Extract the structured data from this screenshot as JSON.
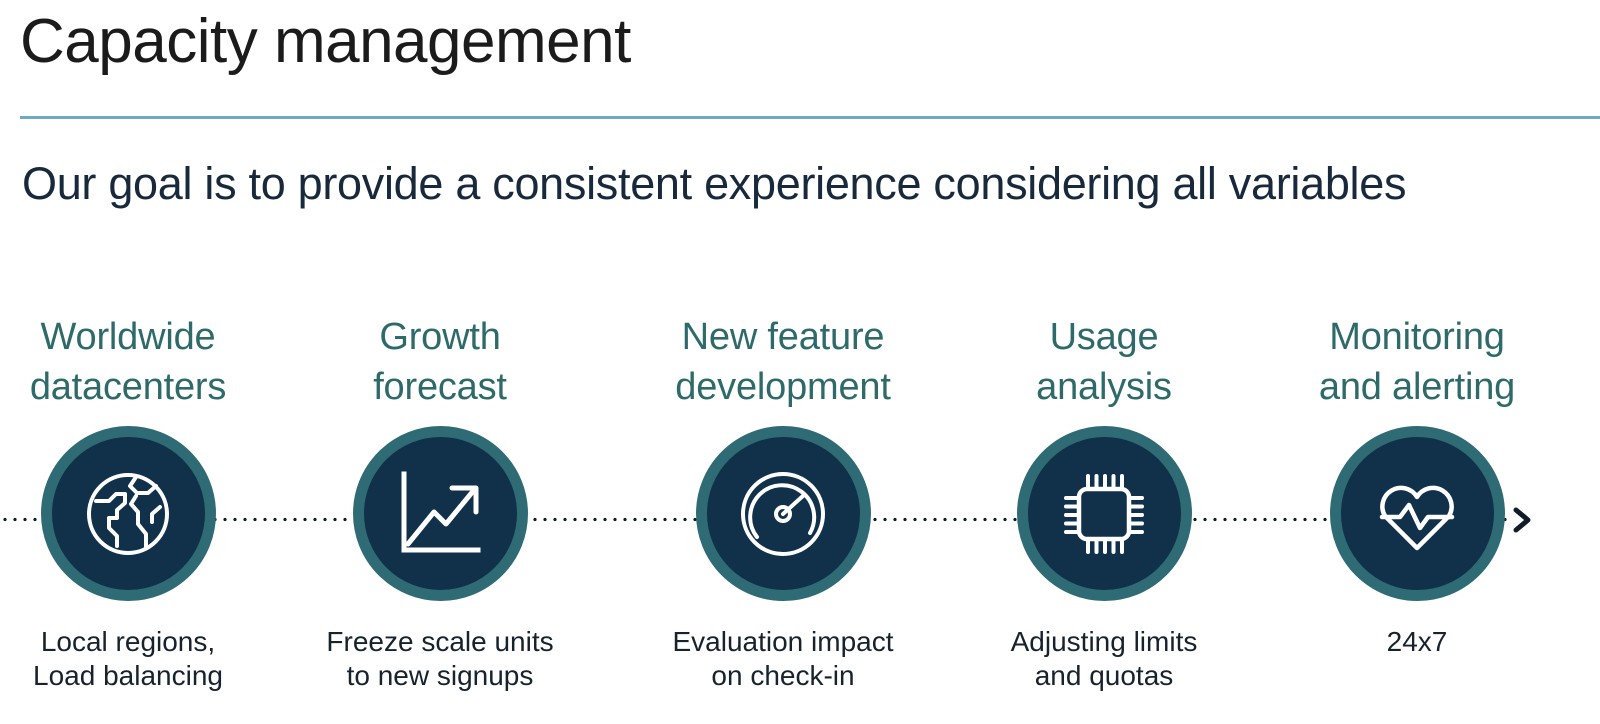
{
  "header": {
    "title": "Capacity management",
    "subtitle": "Our goal is to provide a consistent experience considering all variables",
    "rule_color": "#6fa8c8",
    "title_color": "#1b1b1b",
    "subtitle_color": "#17293a"
  },
  "theme": {
    "heading_color": "#2e6a69",
    "badge_ring_color": "#2f6b74",
    "badge_fill_color": "#11304a",
    "icon_color": "#ffffff",
    "caption_color": "#16222c",
    "dotted_line_color": "#111c24",
    "background": "#ffffff"
  },
  "timeline": {
    "arrow_icon": "chevron-right-icon",
    "connector": "dotted-line",
    "steps": [
      {
        "id": "worldwide-datacenters",
        "heading": "Worldwide\ndatacenters",
        "icon": "globe-icon",
        "caption": "Local regions,\nLoad balancing"
      },
      {
        "id": "growth-forecast",
        "heading": "Growth\nforecast",
        "icon": "trending-up-chart-icon",
        "caption": "Freeze scale units\nto new signups"
      },
      {
        "id": "new-feature-development",
        "heading": "New feature\ndevelopment",
        "icon": "gauge-icon",
        "caption": "Evaluation impact\non check-in"
      },
      {
        "id": "usage-analysis",
        "heading": "Usage\nanalysis",
        "icon": "cpu-chip-icon",
        "caption": "Adjusting limits\nand quotas"
      },
      {
        "id": "monitoring-and-alerting",
        "heading": "Monitoring\nand alerting",
        "icon": "heart-pulse-icon",
        "caption": "24x7"
      }
    ]
  }
}
